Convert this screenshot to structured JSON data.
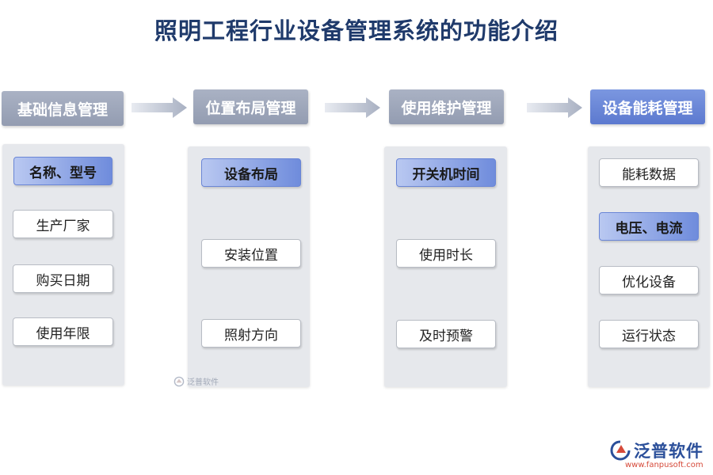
{
  "title": "照明工程行业设备管理系统的功能介绍",
  "columns": [
    {
      "header": "基础信息管理",
      "items": [
        "名称、型号",
        "生产厂家",
        "购买日期",
        "使用年限"
      ]
    },
    {
      "header": "位置布局管理",
      "items": [
        "设备布局",
        "安装位置",
        "照射方向"
      ]
    },
    {
      "header": "使用维护管理",
      "items": [
        "开关机时间",
        "使用时长",
        "及时预警"
      ]
    },
    {
      "header": "设备能耗管理",
      "items": [
        "能耗数据",
        "电压、电流",
        "优化设备",
        "运行状态"
      ]
    }
  ],
  "watermark": {
    "small_text": "泛普软件"
  },
  "logo": {
    "name": "泛普软件",
    "url": "www.fanpusoft.com"
  },
  "colors": {
    "title": "#1f3a6b",
    "header_gray": "#939cb1",
    "header_blue": "#5c79cf",
    "highlight": "#6f8cdc"
  }
}
